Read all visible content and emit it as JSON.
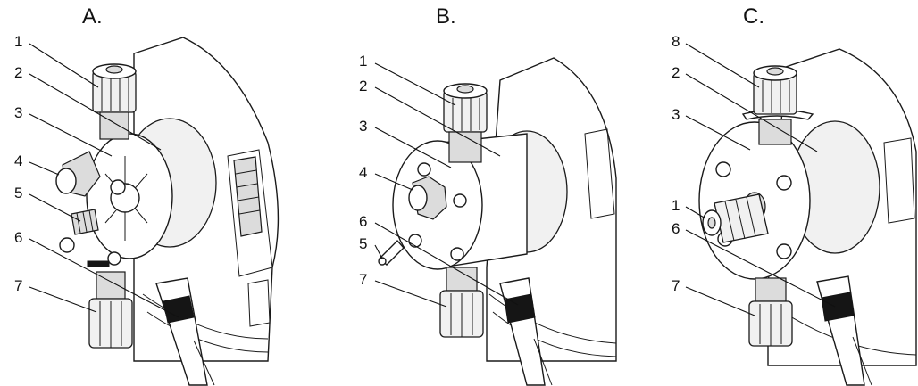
{
  "panels": [
    {
      "title": "A.",
      "labels": [
        "1",
        "2",
        "3",
        "4",
        "5",
        "6",
        "7"
      ]
    },
    {
      "title": "B.",
      "labels": [
        "1",
        "2",
        "3",
        "4",
        "6",
        "5",
        "7"
      ]
    },
    {
      "title": "C.",
      "labels": [
        "8",
        "2",
        "3",
        "1",
        "6",
        "7"
      ]
    }
  ]
}
